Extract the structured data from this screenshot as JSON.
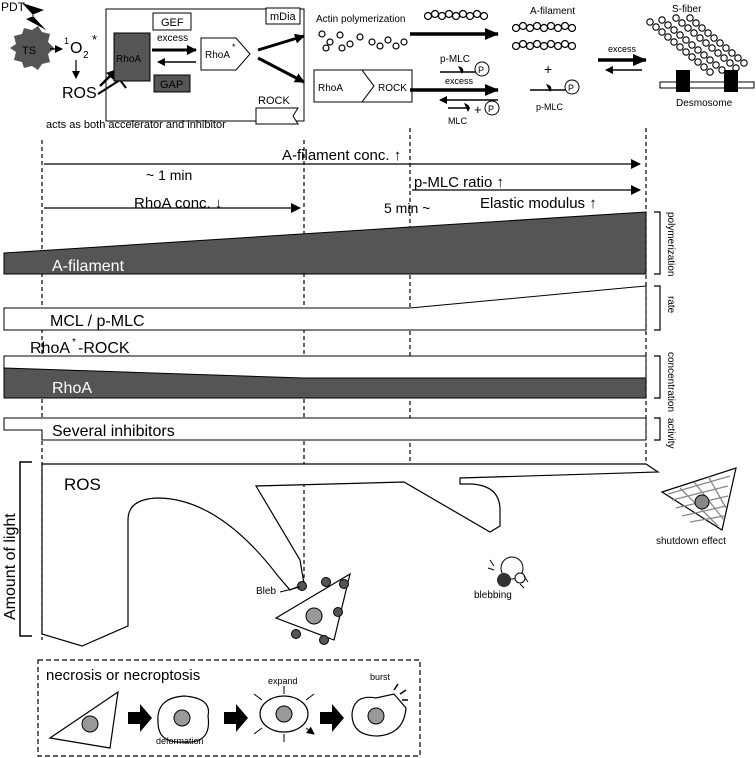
{
  "top": {
    "pdt": "PDT",
    "ts": "TS",
    "singlet_sup": "1",
    "singlet_o": "O",
    "singlet_sub": "2",
    "singlet_star": "*",
    "ros": "ROS",
    "accel_inhib": "acts as both accelerator and inhibitor",
    "gef": "GEF",
    "gap": "GAP",
    "excess": "excess",
    "rhoa": "RhoA",
    "rhoa_star": "RhoA",
    "star": "*",
    "mdia": "mDia",
    "rock": "ROCK",
    "actin_poly": "Actin polymerization",
    "rhoa_rock_a": "RhoA",
    "rhoa_rock_b": "ROCK",
    "pmlc": "p-MLC",
    "excess2": "excess",
    "mlc": "MLC",
    "plus": "+",
    "p": "P",
    "a_filament": "A-filament",
    "plus2": "+",
    "pmlc2": "p-MLC",
    "excess3": "excess",
    "s_fiber": "S-fiber",
    "desmosome": "Desmosome"
  },
  "timeline": {
    "a_conc": "A-filament conc. ↑",
    "one_min": "~ 1 min",
    "rhoa_conc": "RhoA conc. ↓",
    "five_min": "5 min ~",
    "pmlc_ratio": "p-MLC ratio ↑",
    "elastic": "Elastic modulus ↑"
  },
  "bars": {
    "afilament": "A-filament",
    "mcl": "MCL / p-MLC",
    "rhoa_rock": "RhoA",
    "rhoa_rock_star": "*",
    "rhoa_rock_tail": "-ROCK",
    "rhoa": "RhoA",
    "inhibitors": "Several inhibitors",
    "side_polymerization": "polymerization",
    "side_rate": "rate",
    "side_concentration": "concentration",
    "side_activity": "activity"
  },
  "light": {
    "ros": "ROS",
    "amount": "Amount of light",
    "bleb": "Bleb",
    "blebbing": "blebbing",
    "shutdown": "shutdown effect"
  },
  "necrosis": {
    "title": "necrosis or necroptosis",
    "expand": "expand",
    "burst": "burst",
    "deformation": "deformation"
  }
}
